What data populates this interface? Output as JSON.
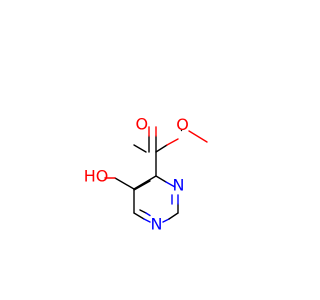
{
  "molecule": {
    "atoms": {
      "o_methoxy": {
        "label": "O",
        "color": "#ff0000"
      },
      "o_carbonyl": {
        "label": "O",
        "color": "#ff0000"
      },
      "n_top": {
        "label": "N",
        "color": "#0000ff"
      },
      "n_bottom": {
        "label": "N",
        "color": "#0000ff"
      },
      "hydroxyl": {
        "label": "HO",
        "color": "#ff0000"
      }
    }
  }
}
